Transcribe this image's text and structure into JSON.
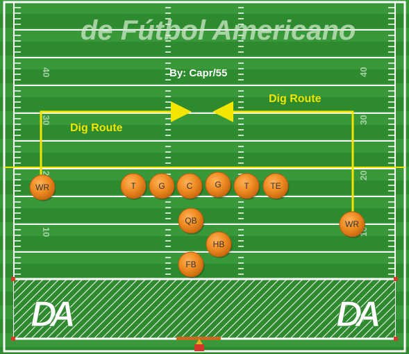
{
  "header": {
    "banner": "de Fútbol Americano",
    "credit": "By: Capr/55"
  },
  "routes": [
    {
      "label": "Dig Route"
    },
    {
      "label": "Dig Route"
    }
  ],
  "field": {
    "yard_numbers_left": [
      "40",
      "30",
      "20",
      "10"
    ],
    "yard_numbers_right": [
      "40",
      "30",
      "20",
      "10"
    ],
    "endzone_logo": "DA"
  },
  "players": [
    {
      "pos": "WR"
    },
    {
      "pos": "T"
    },
    {
      "pos": "G"
    },
    {
      "pos": "C"
    },
    {
      "pos": "G"
    },
    {
      "pos": "T"
    },
    {
      "pos": "TE"
    },
    {
      "pos": "QB"
    },
    {
      "pos": "HB"
    },
    {
      "pos": "FB"
    },
    {
      "pos": "WR"
    }
  ],
  "colors": {
    "grass_light": "#3a9a3a",
    "grass_dark": "#2b7f2b",
    "route": "#f2e600",
    "player": "#ee8a22",
    "scrimmage": "#f2e600"
  }
}
